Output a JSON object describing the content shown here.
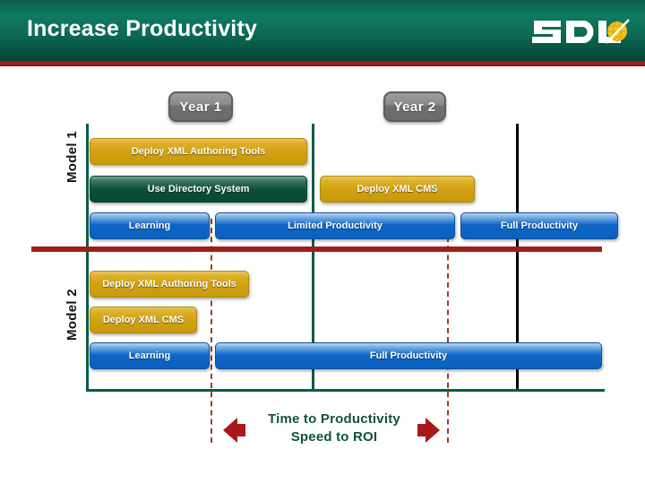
{
  "header": {
    "title": "Increase Productivity",
    "logo_text": "SDL",
    "logo_icon": "sdl-globe-icon",
    "bg_gradient_top": "#107a62",
    "bg_gradient_bottom": "#014434",
    "rule_color": "#a81f1a"
  },
  "chart_data": {
    "type": "bar",
    "title": "Increase Productivity",
    "subtitle": "",
    "xlabel": "",
    "ylabel": "",
    "orientation": "horizontal-timeline",
    "grid": false,
    "legend_position": "none",
    "time_axis_labels": [
      "Year 1",
      "Year 2"
    ],
    "rows": [
      "Model 1",
      "Model 2"
    ],
    "colors": {
      "authoring_tools": "#d1a111",
      "cms": "#d1a111",
      "directory": "#0d4e39",
      "productivity": "#1066c8",
      "divider": "#a21e19",
      "axis": "#0b5c42",
      "marker": "#000000",
      "dashed_marker": "#9e3a33",
      "callout_text": "#11523c",
      "arrow": "#a8191b"
    },
    "series": [
      {
        "name": "Model 1",
        "bars": [
          {
            "label": "Deploy XML Authoring Tools",
            "style": "yellow",
            "start": 0,
            "end": 243
          },
          {
            "label": "Use Directory System",
            "style": "green",
            "start": 0,
            "end": 243
          },
          {
            "label": "Deploy XML CMS",
            "style": "yellow",
            "start": 257,
            "end": 430
          },
          {
            "label": "Learning",
            "style": "blue",
            "start": 0,
            "end": 134
          },
          {
            "label": "Limited Productivity",
            "style": "blue",
            "start": 140,
            "end": 408
          },
          {
            "label": "Full Productivity",
            "style": "blue",
            "start": 414,
            "end": 590
          }
        ]
      },
      {
        "name": "Model 2",
        "bars": [
          {
            "label": "Deploy XML Authoring Tools",
            "style": "yellow",
            "start": 0,
            "end": 178
          },
          {
            "label": "Deploy XML CMS",
            "style": "yellow",
            "start": 0,
            "end": 120
          },
          {
            "label": "Learning",
            "style": "blue",
            "start": 0,
            "end": 134
          },
          {
            "label": "Full Productivity",
            "style": "blue",
            "start": 140,
            "end": 572
          }
        ]
      }
    ],
    "annotations": [
      {
        "text": "Time to Productivity",
        "role": "callout-line-1"
      },
      {
        "text": "Speed to ROI",
        "role": "callout-line-2"
      }
    ],
    "markers": {
      "year_boundary_green": 252,
      "year_boundary_black": 480,
      "dashed_left": 138,
      "dashed_right": 402
    }
  },
  "labels": {
    "year1": "Year 1",
    "year2": "Year 2",
    "model1": "Model 1",
    "model2": "Model 2",
    "m1_bar1": "Deploy XML Authoring Tools",
    "m1_bar2": "Use Directory System",
    "m1_bar3": "Deploy XML CMS",
    "m1_bar4": "Learning",
    "m1_bar5": "Limited Productivity",
    "m1_bar6": "Full Productivity",
    "m2_bar1": "Deploy XML Authoring Tools",
    "m2_bar2": "Deploy XML CMS",
    "m2_bar3": "Learning",
    "m2_bar4": "Full Productivity",
    "callout1": "Time to Productivity",
    "callout2": "Speed to ROI"
  }
}
